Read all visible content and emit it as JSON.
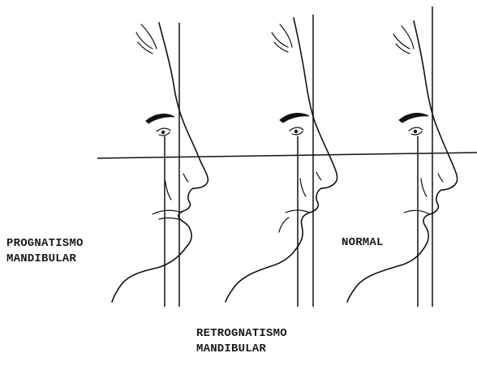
{
  "diagram": {
    "profiles": [
      {
        "id": "prognatismo",
        "label_lines": [
          "PROGNATISMO",
          "MANDIBULAR"
        ]
      },
      {
        "id": "retrognatismo",
        "label_lines": [
          "RETROGNATISMO",
          "MANDIBULAR"
        ]
      },
      {
        "id": "normal",
        "label_lines": [
          "NORMAL"
        ]
      }
    ]
  }
}
